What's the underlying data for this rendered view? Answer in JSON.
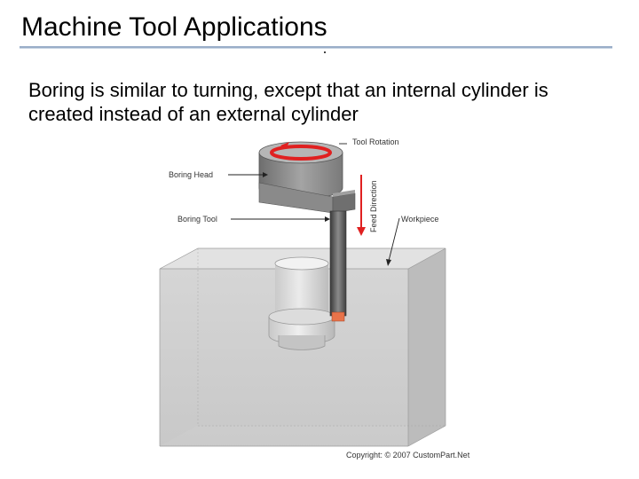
{
  "slide": {
    "title": "Machine Tool Applications",
    "body": "Boring is similar to turning, except that an internal cylinder is created instead of an external cylinder"
  },
  "figure": {
    "labels": {
      "tool_rotation": "Tool Rotation",
      "boring_head": "Boring Head",
      "boring_tool": "Boring Tool",
      "feed_direction": "Feed Direction",
      "workpiece": "Workpiece"
    },
    "copyright": "Copyright: © 2007 CustomPart.Net"
  },
  "colors": {
    "arrow_red": "#e02020",
    "cutter_orange": "#e8734a",
    "title_rule": "#9aaec8"
  }
}
